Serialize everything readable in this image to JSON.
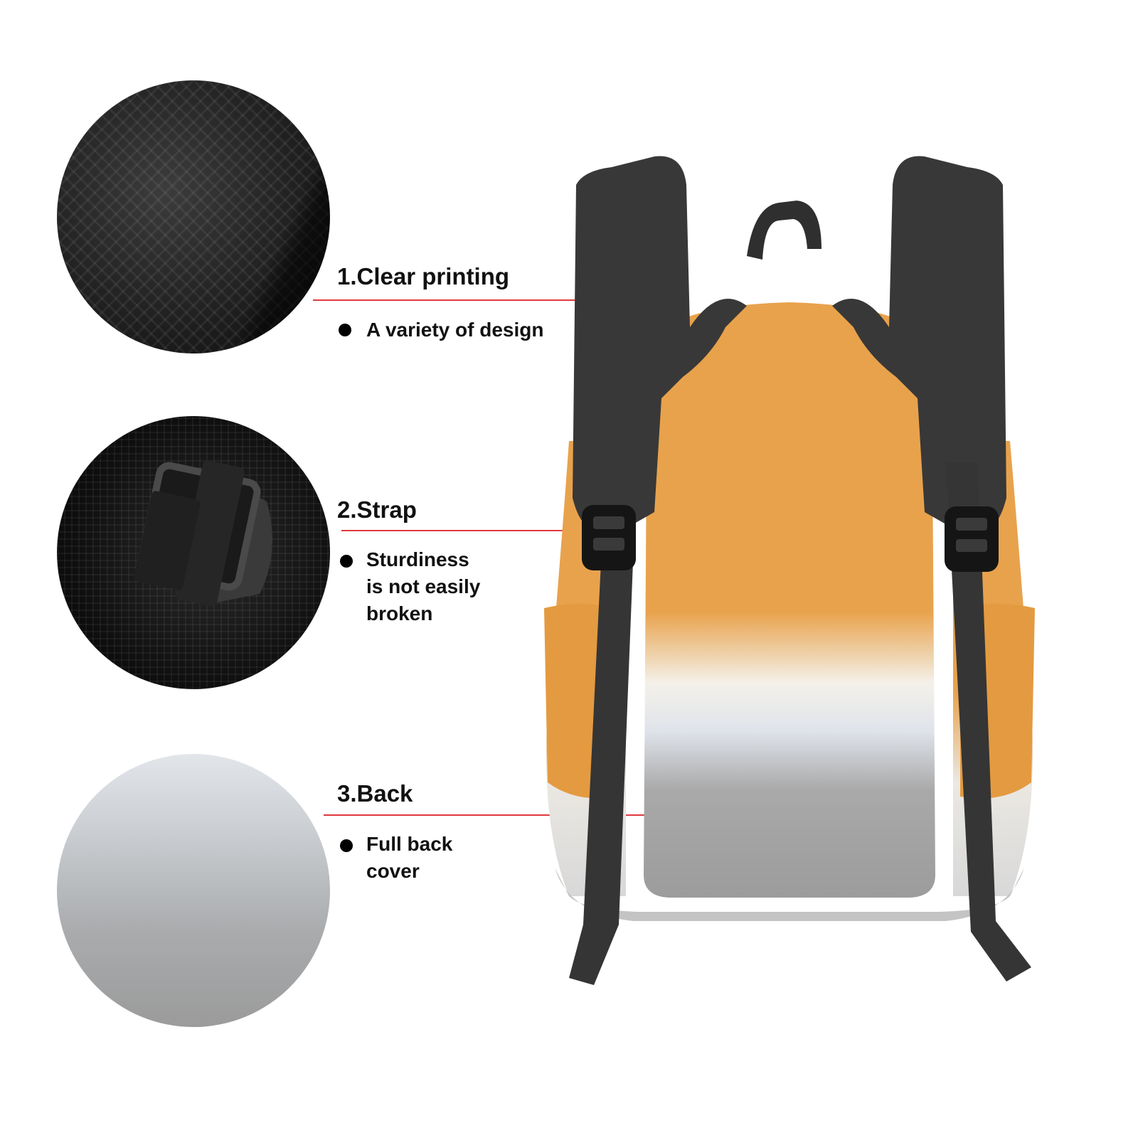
{
  "features": [
    {
      "title": "1.Clear printing",
      "desc": [
        "A variety of design"
      ]
    },
    {
      "title": "2.Strap",
      "desc": [
        "Sturdiness",
        "is not easily",
        "broken"
      ]
    },
    {
      "title": "3.Back",
      "desc": [
        "Full back",
        "cover"
      ]
    }
  ],
  "colors": {
    "accent": "#ff0000",
    "leader": "#e0393e",
    "bag_orange": "#e8a24c",
    "bag_gray": "#9e9e9e",
    "strap": "#333333"
  }
}
